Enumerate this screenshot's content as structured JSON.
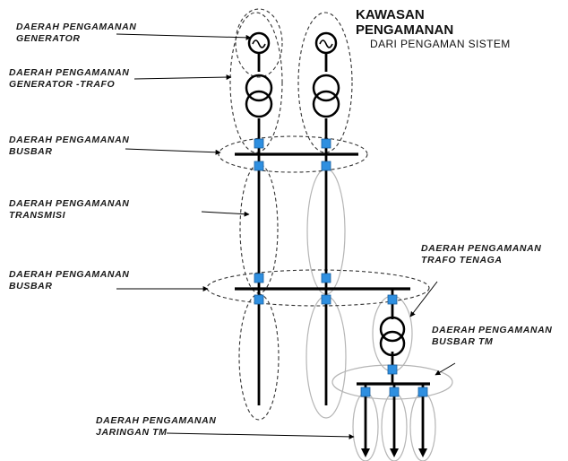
{
  "title": {
    "line1": "KAWASAN",
    "line2": "PENGAMANAN",
    "line3": "DARI PENGAMAN SISTEM"
  },
  "labels": {
    "generator": [
      "DAERAH  PENGAMANAN",
      "GENERATOR"
    ],
    "generator_trafo": [
      "DAERAH  PENGAMANAN",
      "GENERATOR -TRAFO"
    ],
    "busbar_top": [
      "DAERAH  PENGAMANAN",
      "BUSBAR"
    ],
    "transmisi": [
      "DAERAH  PENGAMANAN",
      "TRANSMISI"
    ],
    "busbar_mid": [
      "DAERAH  PENGAMANAN",
      "BUSBAR"
    ],
    "trafo_tenaga": [
      "DAERAH  PENGAMANAN",
      "TRAFO  TENAGA"
    ],
    "busbar_tm": [
      "DAERAH  PENGAMANAN",
      "BUSBAR  TM"
    ],
    "jaringan_tm": [
      "DAERAH  PENGAMANAN",
      "JARINGAN TM"
    ]
  },
  "colors": {
    "breaker": "#2e8fe0",
    "line": "#000000",
    "zone_dashed": "#333333",
    "zone_solid": "#b5b5b5"
  }
}
